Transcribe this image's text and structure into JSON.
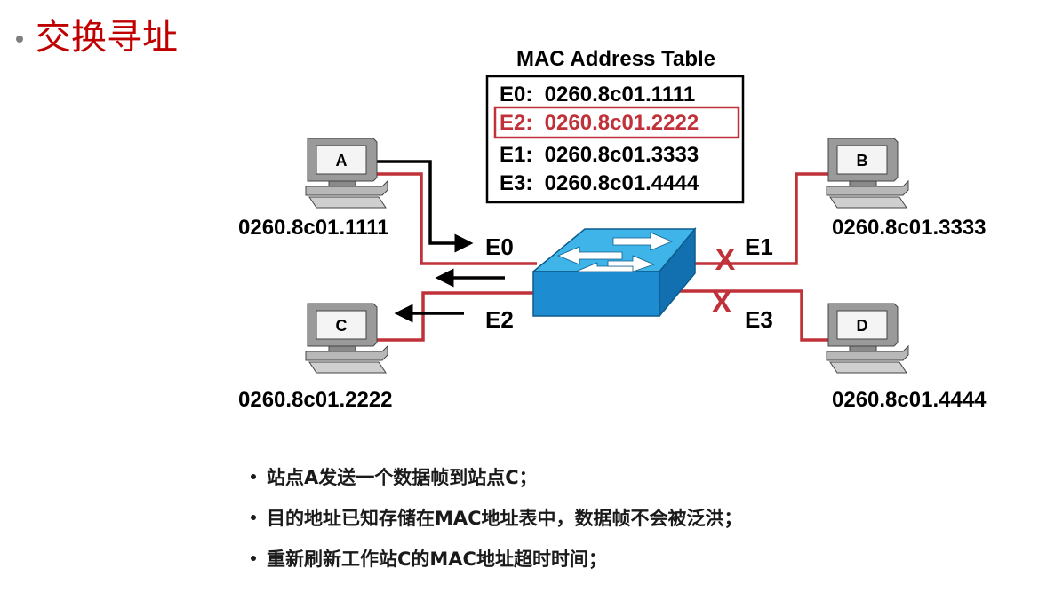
{
  "title": "交换寻址",
  "table": {
    "heading": "MAC Address Table",
    "rows": [
      "E0:  0260.8c01.1111",
      "E2:  0260.8c01.2222",
      "E1:  0260.8c01.3333",
      "E3:  0260.8c01.4444"
    ],
    "highlight_row": 1
  },
  "hosts": {
    "a": {
      "label": "A",
      "mac": "0260.8c01.1111"
    },
    "b": {
      "label": "B",
      "mac": "0260.8c01.3333"
    },
    "c": {
      "label": "C",
      "mac": "0260.8c01.2222"
    },
    "d": {
      "label": "D",
      "mac": "0260.8c01.4444"
    }
  },
  "ports": {
    "e0": "E0",
    "e1": "E1",
    "e2": "E2",
    "e3": "E3"
  },
  "blocked_marks": {
    "e1": "X",
    "e3": "X"
  },
  "bullets": [
    "站点A发送一个数据帧到站点C；",
    "目的地址已知存储在MAC地址表中，数据帧不会被泛洪；",
    "重新刷新工作站C的MAC地址超时时间；"
  ],
  "colors": {
    "title": "#c00000",
    "link": "#c0313a",
    "highlight": "#c0313a",
    "switch_top": "#1ea0dc",
    "switch_front": "#1f8fd0"
  }
}
